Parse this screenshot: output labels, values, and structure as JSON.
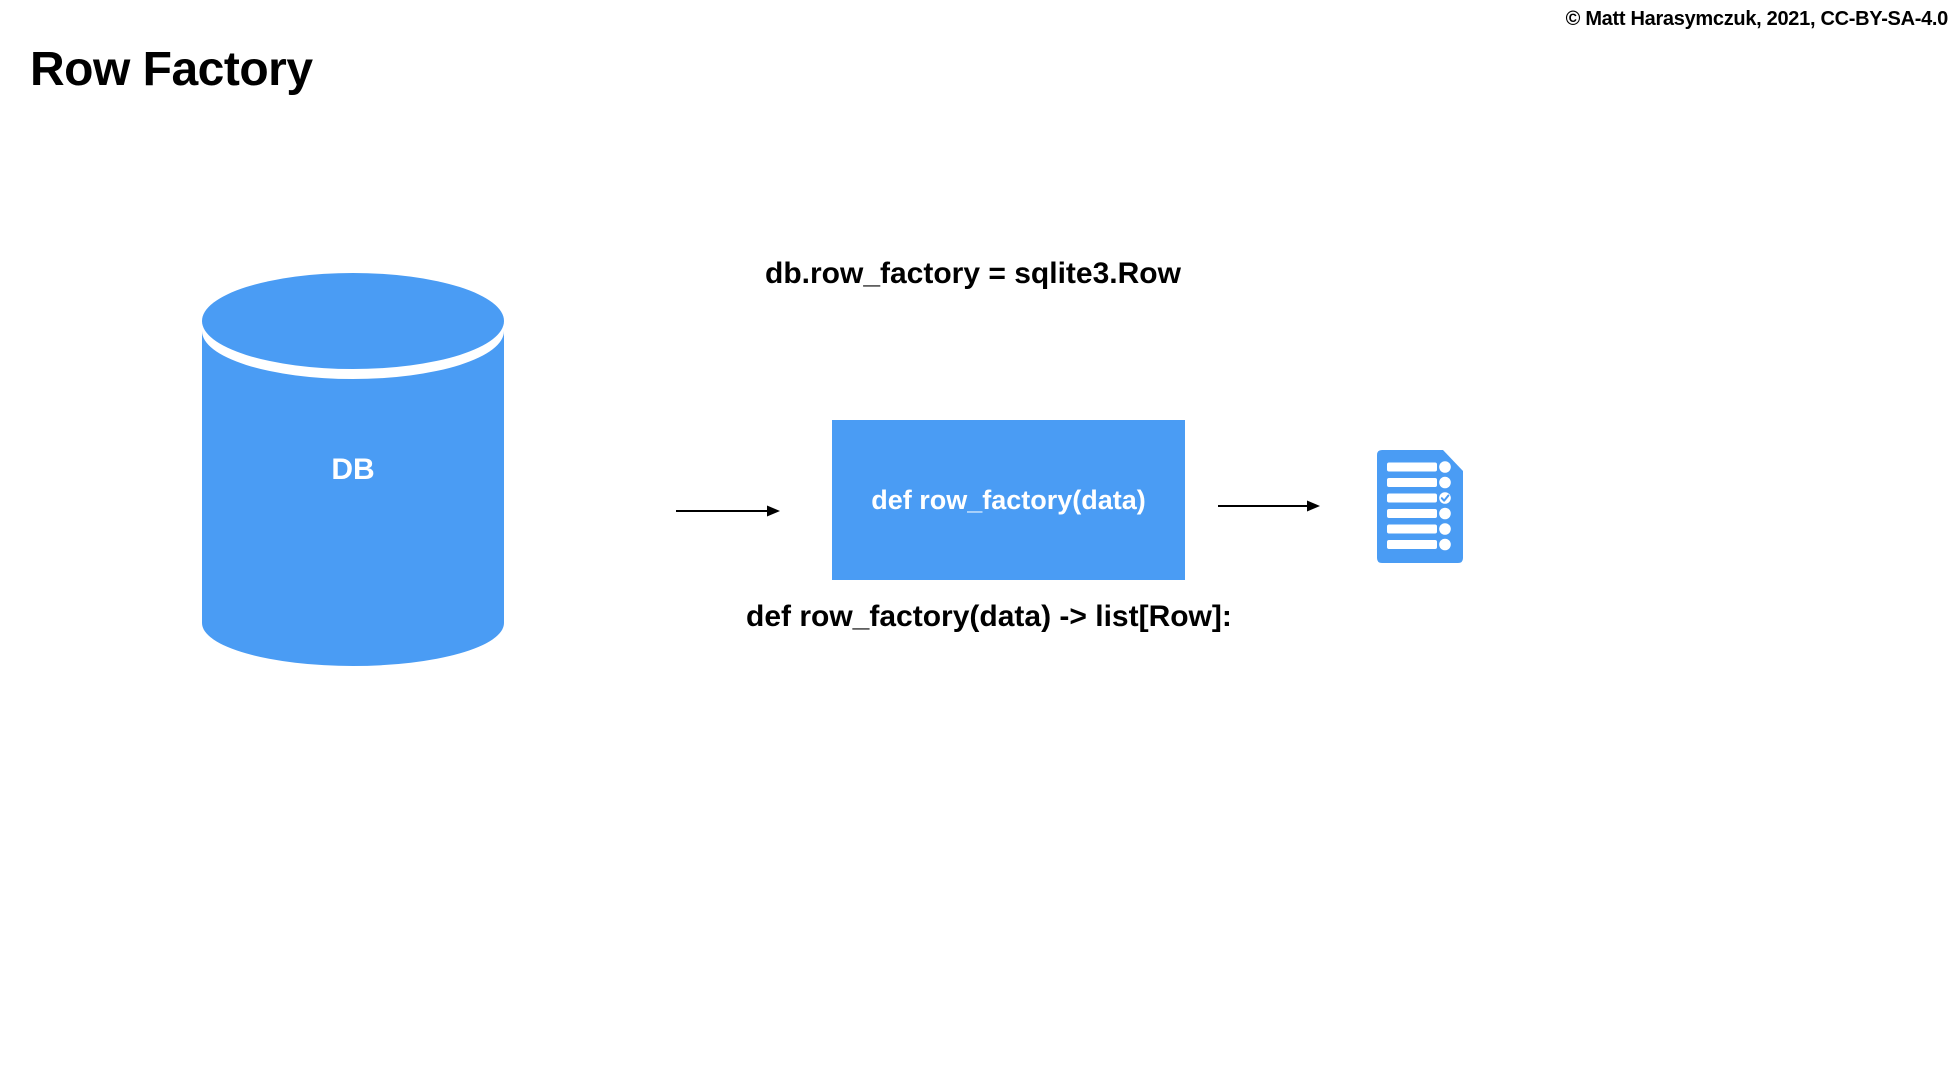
{
  "slide": {
    "copyright": "© Matt Harasymczuk, 2021, CC-BY-SA-4.0",
    "title": "Row Factory"
  },
  "diagram": {
    "database": {
      "label": "DB"
    },
    "assignment_code": "db.row_factory = sqlite3.Row",
    "factory_box": {
      "label": "def row_factory(data)"
    },
    "signature_code": "def row_factory(data) -> list[Row]:",
    "icons": {
      "database": "database-cylinder-icon",
      "flow_arrows": "arrow-right-icon",
      "result": "document-checklist-icon",
      "checked_row": "check-circle-icon"
    },
    "colors": {
      "accent_blue": "#4A9CF4",
      "text": "#000000",
      "on_accent": "#FFFFFF"
    }
  }
}
